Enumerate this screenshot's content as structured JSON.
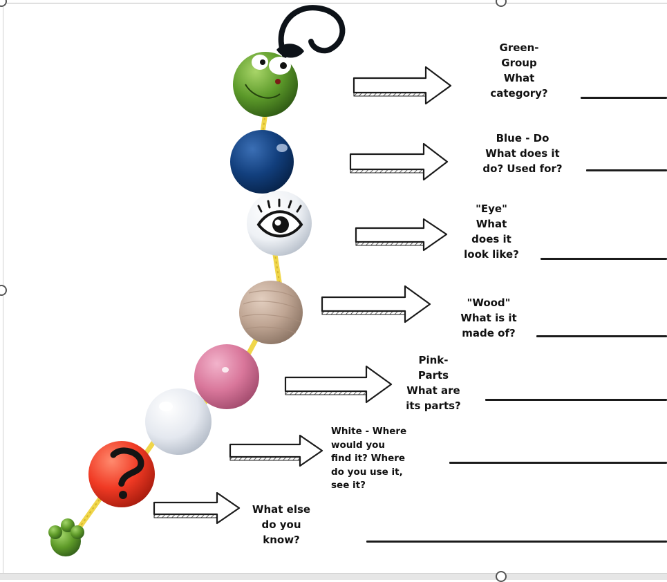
{
  "worksheet": {
    "prompts": [
      {
        "color_name": "green",
        "lines": [
          "Green-",
          "Group",
          "What",
          "category?"
        ]
      },
      {
        "color_name": "blue",
        "lines": [
          "Blue - Do",
          "What does it",
          "do? Used for?"
        ]
      },
      {
        "color_name": "eye",
        "lines": [
          "\"Eye\"",
          "What",
          "does it",
          "look like?"
        ]
      },
      {
        "color_name": "wood",
        "lines": [
          "\"Wood\"",
          "What is it",
          "made of?"
        ]
      },
      {
        "color_name": "pink",
        "lines": [
          "Pink-",
          "Parts",
          "What are",
          "its parts?"
        ]
      },
      {
        "color_name": "white",
        "lines": [
          "White - Where",
          "would you",
          "find it? Where",
          "do you use it,",
          "see it?"
        ]
      },
      {
        "color_name": "other",
        "lines": [
          "What else",
          "do you",
          "know?"
        ]
      }
    ],
    "bead_colors": {
      "green": "#5c9a2a",
      "blue": "#123f7d",
      "eye": "#f1f3f6",
      "wood": "#bfa593",
      "pink": "#d9779b",
      "white": "#e4e8ef",
      "red": "#f03a24",
      "end": "#5e9a28",
      "clip": "#0d1218"
    },
    "icons": [
      "keychain-clip-icon",
      "arrow-right-icon",
      "eye-icon",
      "question-mark-icon"
    ]
  }
}
